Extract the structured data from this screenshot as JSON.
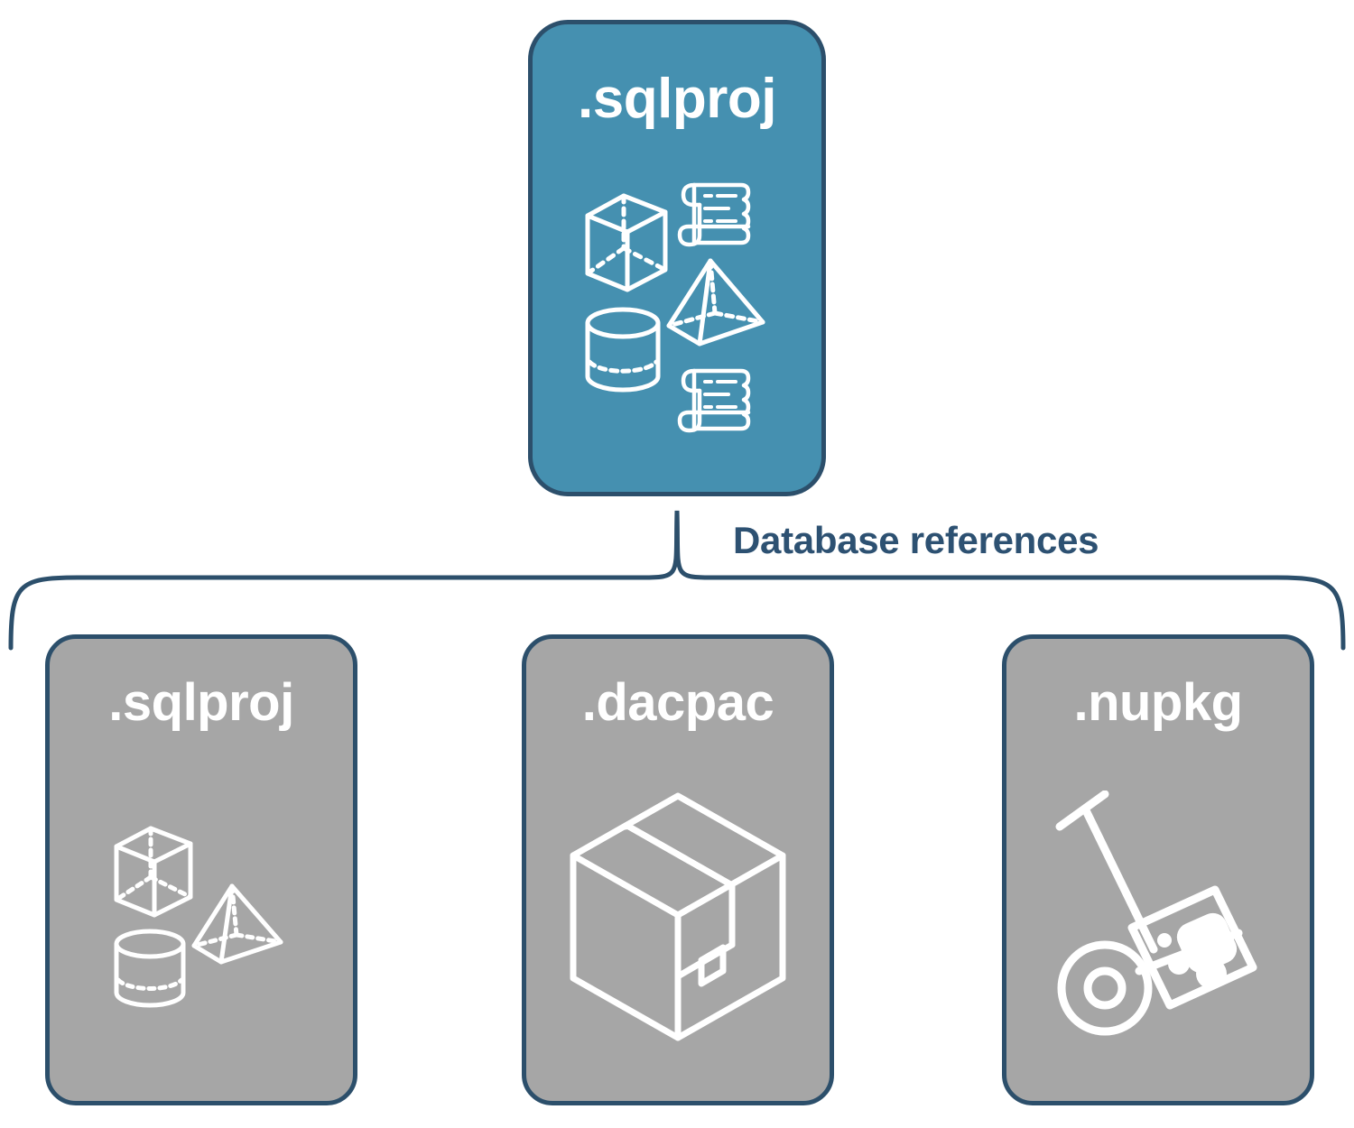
{
  "diagram": {
    "title_text": "Database references",
    "colors": {
      "accent_fill": "#4590B0",
      "child_fill": "#A6A6A6",
      "stroke": "#2C4F6B",
      "label_text": "#2D5172",
      "icon_stroke": "#FFFFFF",
      "background": "#FFFFFF"
    },
    "root": {
      "label": ".sqlproj",
      "icons": [
        "cube-icon",
        "scroll-icon",
        "pyramid-icon",
        "cylinder-icon",
        "scroll-icon"
      ]
    },
    "connector": {
      "type": "curly-brace",
      "label": "Database references"
    },
    "children": [
      {
        "label": ".sqlproj",
        "icons": [
          "cube-icon",
          "pyramid-icon",
          "cylinder-icon"
        ]
      },
      {
        "label": ".dacpac",
        "icons": [
          "package-box-icon"
        ]
      },
      {
        "label": ".nupkg",
        "icons": [
          "hand-truck-icon",
          "nuget-package-icon"
        ]
      }
    ]
  }
}
